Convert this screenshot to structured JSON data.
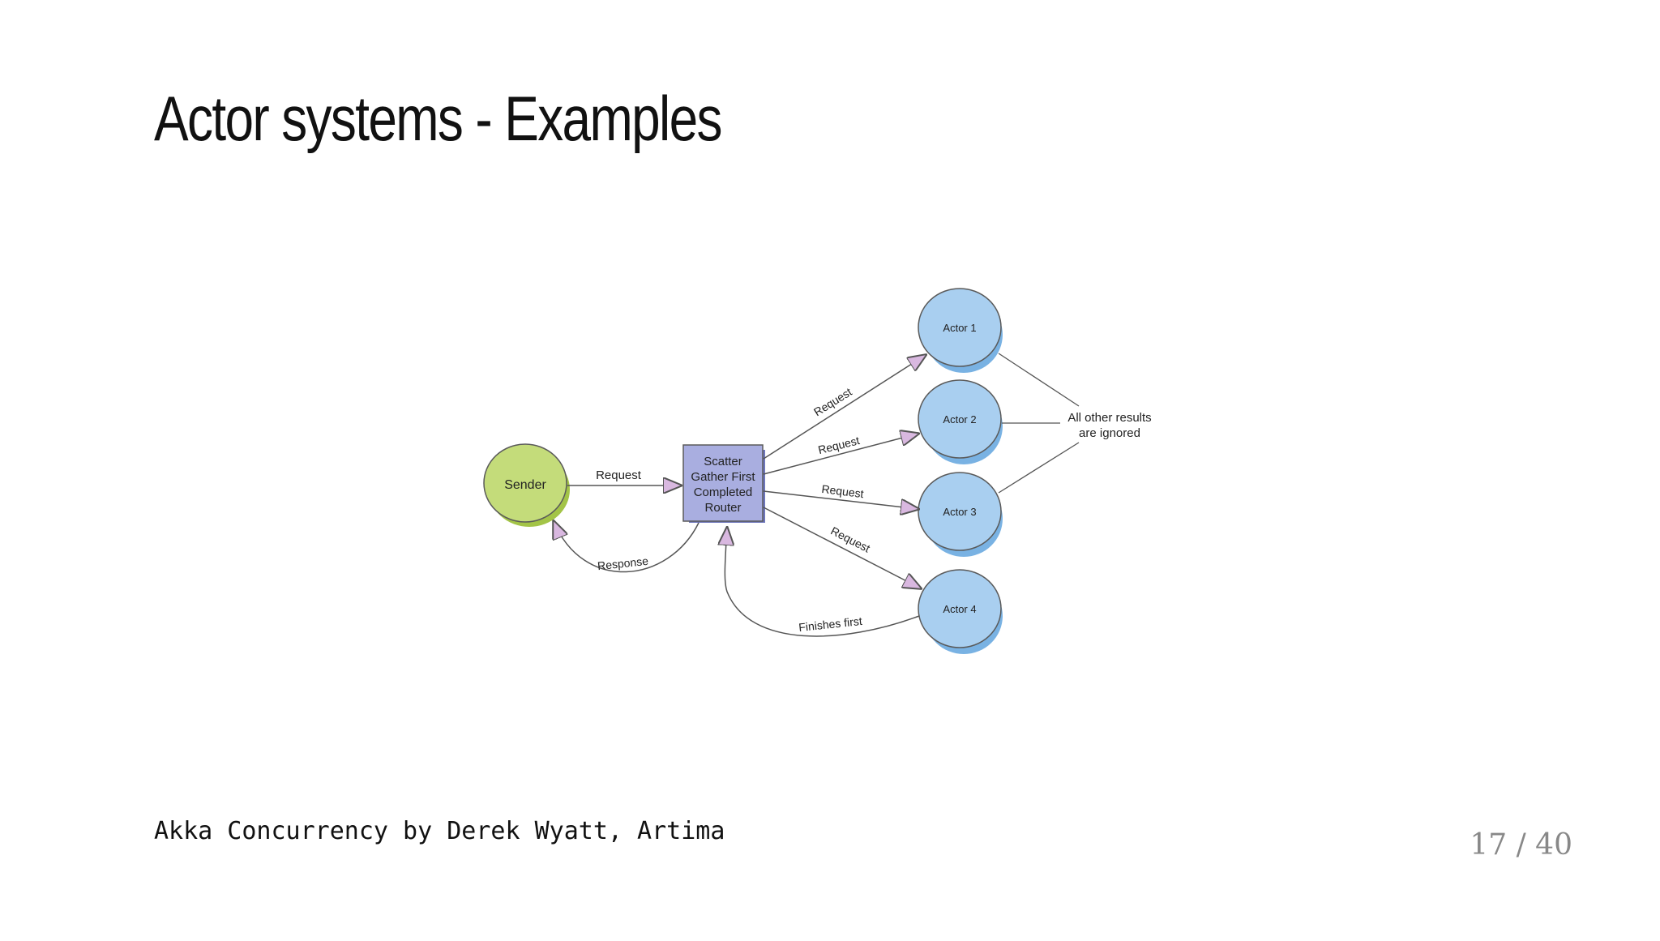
{
  "slide": {
    "title": "Actor systems - Examples",
    "caption": "Akka Concurrency by Derek Wyatt, Artima",
    "page_number": "17 / 40"
  },
  "diagram": {
    "sender": "Sender",
    "router": [
      "Scatter",
      "Gather First",
      "Completed",
      "Router"
    ],
    "actors": [
      "Actor 1",
      "Actor 2",
      "Actor 3",
      "Actor 4"
    ],
    "edge_labels": {
      "sender_request": "Request",
      "response": "Response",
      "request_actor1": "Request",
      "request_actor2": "Request",
      "request_actor3": "Request",
      "request_actor4": "Request",
      "finishes_first": "Finishes first"
    },
    "note": [
      "All other results",
      "are ignored"
    ],
    "colors": {
      "sender_fill": "#c4dc7a",
      "sender_shadow": "#a3c447",
      "actor_fill": "#a9cff0",
      "actor_shadow": "#79b2e3",
      "router_fill": "#a9aee0",
      "router_shadow": "#6e76bc",
      "arrowhead_fill": "#d9b8e0",
      "line": "#555555"
    }
  }
}
